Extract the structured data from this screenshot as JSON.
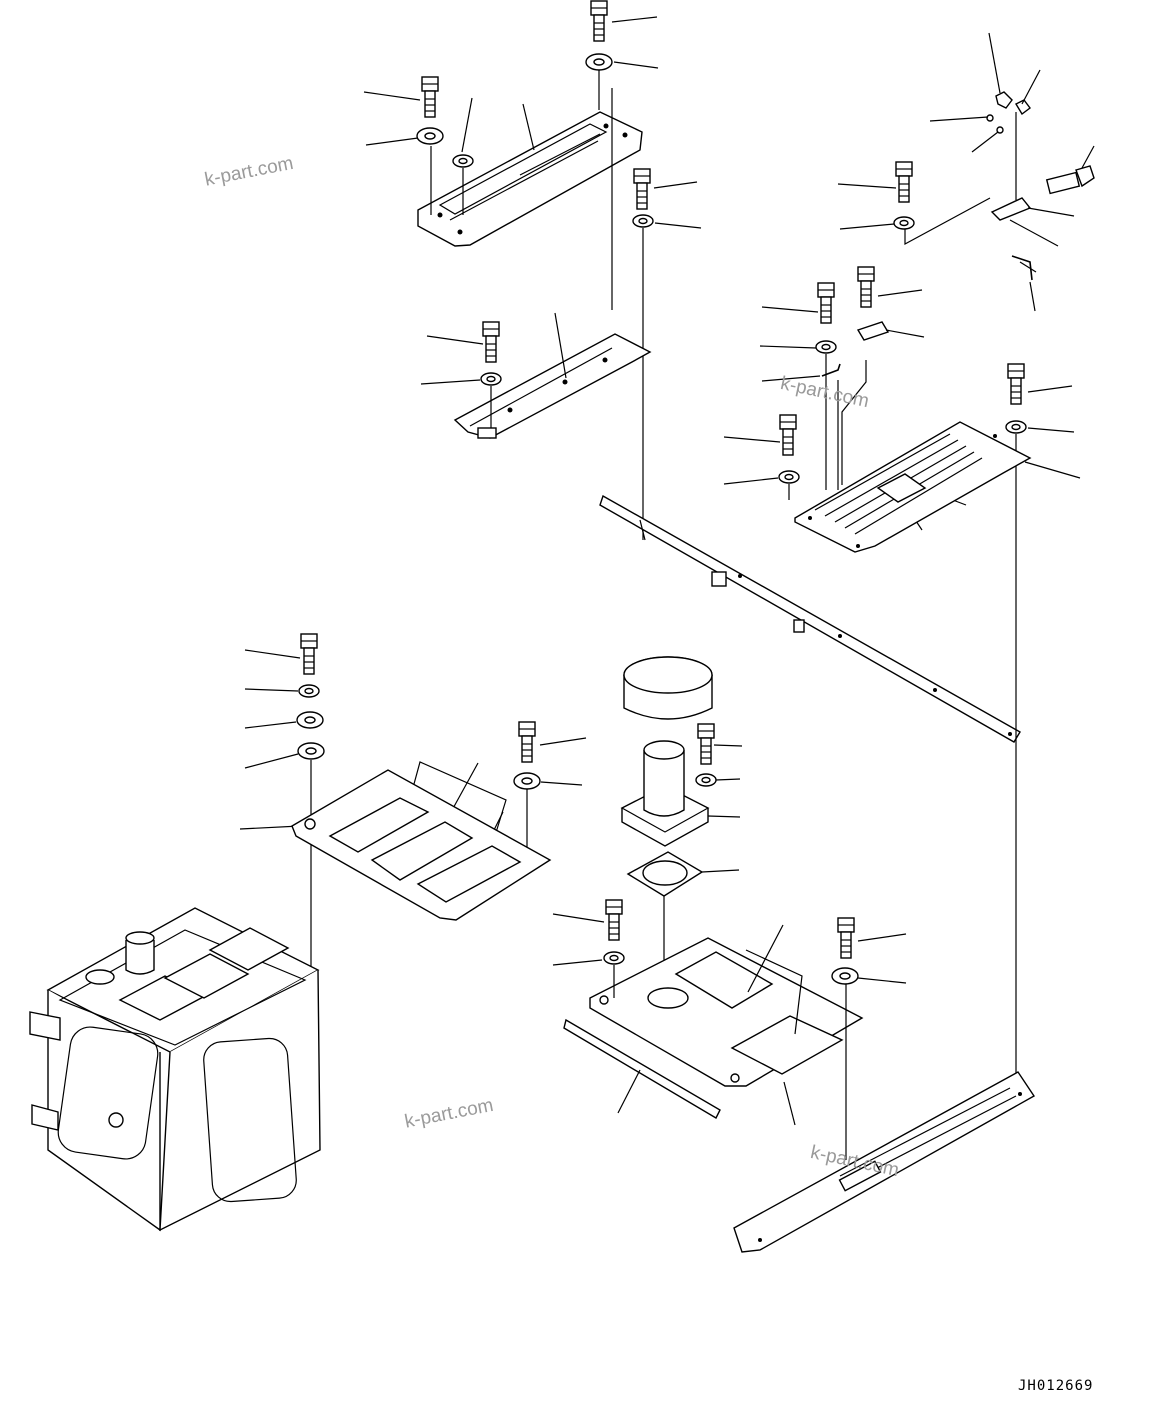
{
  "watermarks": [
    "k-part.com",
    "k-part.com",
    "k-part.com",
    "k-part.com"
  ],
  "drawing_code": "JH012669",
  "colors": {
    "line": "#000000",
    "background": "#ffffff",
    "watermark": "#9a9a9a"
  }
}
